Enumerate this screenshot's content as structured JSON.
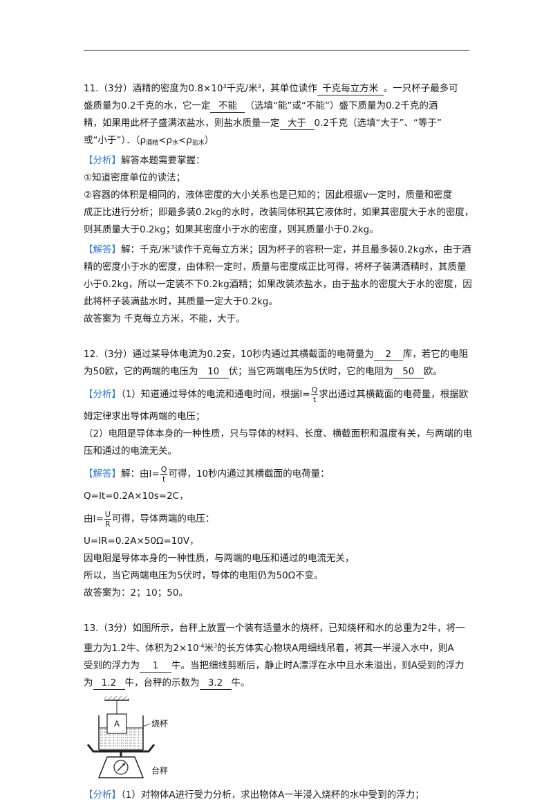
{
  "q11": {
    "l1a": "11.（3分）酒精的密度为0.8×10",
    "l1sup": "3",
    "l1b": "千克/米",
    "l1sup2": "3",
    "l1c": "，其单位读作",
    "ans1": "千克每立方米",
    "l1d": "。一只杯子最多可",
    "l2a": "盛质量为0.2千克的水，它一定",
    "ans2": "不能",
    "l2b": "（选填“能”或“不能”）盛下质量为0.2千克的酒",
    "l3a": "精，如果用此杯子盛满浓盐水，则盐水质量一定",
    "ans3": "大于",
    "l3b": "0.2千克（选填“大于”、“等于”",
    "l4a": "或“小于”）．（ρ",
    "l4s1": "酒精",
    "l4b": "<ρ",
    "l4s2": "水",
    "l4c": "<ρ",
    "l4s3": "盐水",
    "l4d": "）",
    "analysis_tag": "【分析】",
    "a1": "解答本题需要掌握：",
    "a2": "①知道密度单位的读法；",
    "a3": "②容器的体积是相同的，液体密度的大小关系也是已知的；因此根据v一定时，质量和密度",
    "a4": "成正比进行分析；即最多装0.2kg的水时，改装同体积其它液体时，如果其密度大于水的密度，",
    "a5": "则其质量大于0.2kg；如果其密度小于水的密度，则其质量小于0.2kg。",
    "solution_tag": "【解答】",
    "s1a": "解：千克/米",
    "s1sup": "3",
    "s1b": "读作千克每立方米；因为杯子的容积一定，并且最多装0.2kg水，由于酒",
    "s2": "精的密度小于水的密度，由体积一定时，质量与密度成正比可得，将杯子装满酒精时，其质量",
    "s3": "小于0.2kg，所以一定装不下0.2kg酒精；如果改装浓盐水，由于盐水的密度大于水的密度，因",
    "s4": "此将杯子装满盐水时，其质量一定大于0.2kg。",
    "s5": "故答案为 千克每立方米，不能，大于。"
  },
  "q12": {
    "l1a": "12.（3分）通过某导体电流为0.2安，10秒内通过其横截面的电荷量为",
    "ans1": "2",
    "l1b": "库，若它的电阻",
    "l2a": "为50欧，它的两端的电压为",
    "ans2": "10",
    "l2b": "伏；当它两端电压为5伏时，它的电阻为",
    "ans3": "50",
    "l2c": "欧。",
    "analysis_tag": "【分析】",
    "a1a": "（1）知道通过导体的电流和通电时间，根据I=",
    "frac_q": "Q",
    "frac_t": "t",
    "a1b": "求出通过其横截面的电荷量，根据欧",
    "a2": "姆定律求出导体两端的电压；",
    "a3": "（2）电阻是导体本身的一种性质，只与导体的材料、长度、横截面积和温度有关，与两端的电",
    "a4": "压和通过的电流无关。",
    "solution_tag": "【解答】",
    "s1a": "解：由I=",
    "s1b": "可得，10秒内通过其横截面的电荷量：",
    "s2": "Q=It=0.2A×10s=2C，",
    "s3a": "由I=",
    "frac_u": "U",
    "frac_r": "R",
    "s3b": "可得，导体两端的电压：",
    "s4": "U=IR=0.2A×50Ω=10V，",
    "s5": "因电阻是导体本身的一种性质，与两端的电压和通过的电流无关，",
    "s6": "所以，当它两端电压为5伏时，导体的电阻仍为50Ω不变。",
    "s7": "故答案为：2；10；50。"
  },
  "q13": {
    "l1": "13.（3分）如图所示，台秤上放置一个装有适量水的烧杯，已知烧杯和水的总重为2牛，将一",
    "l2a": "重力为1.2牛、体积为2×10",
    "l2sup": "-4",
    "l2b": "米",
    "l2sup2": "3",
    "l2c": "的长方体实心物块A用细线吊着，将其一半浸入水中，则A",
    "l3a": "受到的浮力为",
    "ans1": "1",
    "l3b": "牛。当把细线剪断后，静止时A漂浮在水中且水未溢出，则A受到的浮力",
    "l4a": "为",
    "ans2": "1.2",
    "l4b": "牛，台秤的示数为",
    "ans3": "3.2",
    "l4c": "牛。",
    "fig_block": "A",
    "fig_beaker": "烧杯",
    "fig_scale": "台秤",
    "analysis_tag": "【分析】",
    "a1": "（1）对物体A进行受力分析，求出物体A一半浸入烧杯的水中受到的浮力；"
  }
}
